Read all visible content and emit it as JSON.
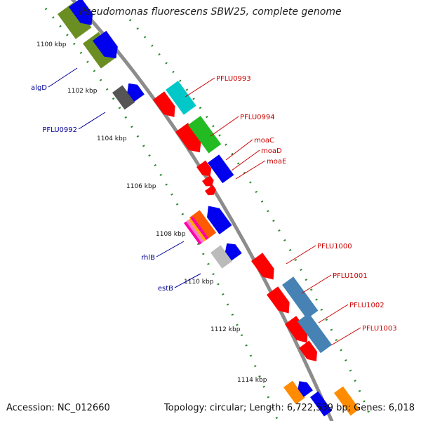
{
  "title": "Pseudomonas fluorescens SBW25, complete genome",
  "footer": {
    "accession": "Accession: NC_012660",
    "summary": "Topology: circular; Length: 6,722,539 bp; Genes: 6,018"
  },
  "colors": {
    "backbone": "#8c8c8c",
    "tick_dots": "#2e8b2e",
    "label_right": "#cc0000",
    "label_left": "#000099"
  },
  "ticks": [
    "1100 kbp",
    "1102 kbp",
    "1104 kbp",
    "1106 kbp",
    "1108 kbp",
    "1110 kbp",
    "1112 kbp",
    "1114 kbp"
  ],
  "gene_labels_right": [
    "PFLU0993",
    "PFLU0994",
    "moaC",
    "moaD",
    "moaE",
    "PFLU1000",
    "PFLU1001",
    "PFLU1002",
    "PFLU1003"
  ],
  "gene_labels_left": [
    "algD",
    "PFLU0992",
    "rhlB",
    "estB"
  ]
}
